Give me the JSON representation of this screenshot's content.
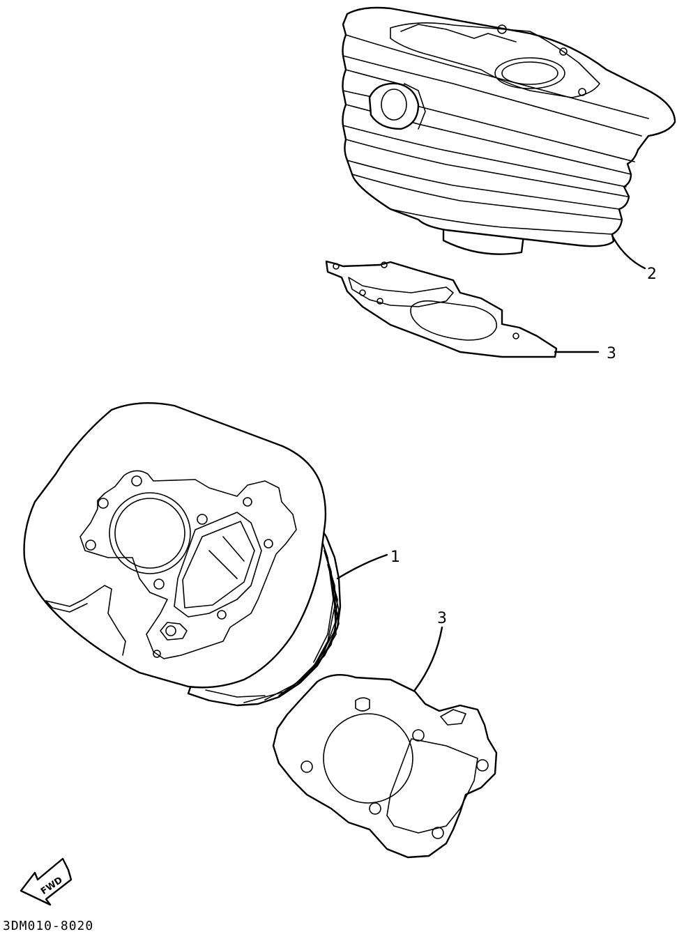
{
  "diagram": {
    "parts": [
      {
        "id": "cylinder-front-view",
        "callout": "1"
      },
      {
        "id": "cylinder-side-view",
        "callout": "2"
      },
      {
        "id": "gasket-upper",
        "callout": "3"
      },
      {
        "id": "gasket-lower",
        "callout": "3"
      }
    ],
    "fwd_label": "FWD",
    "drawing_code": "3DM010-8020"
  }
}
